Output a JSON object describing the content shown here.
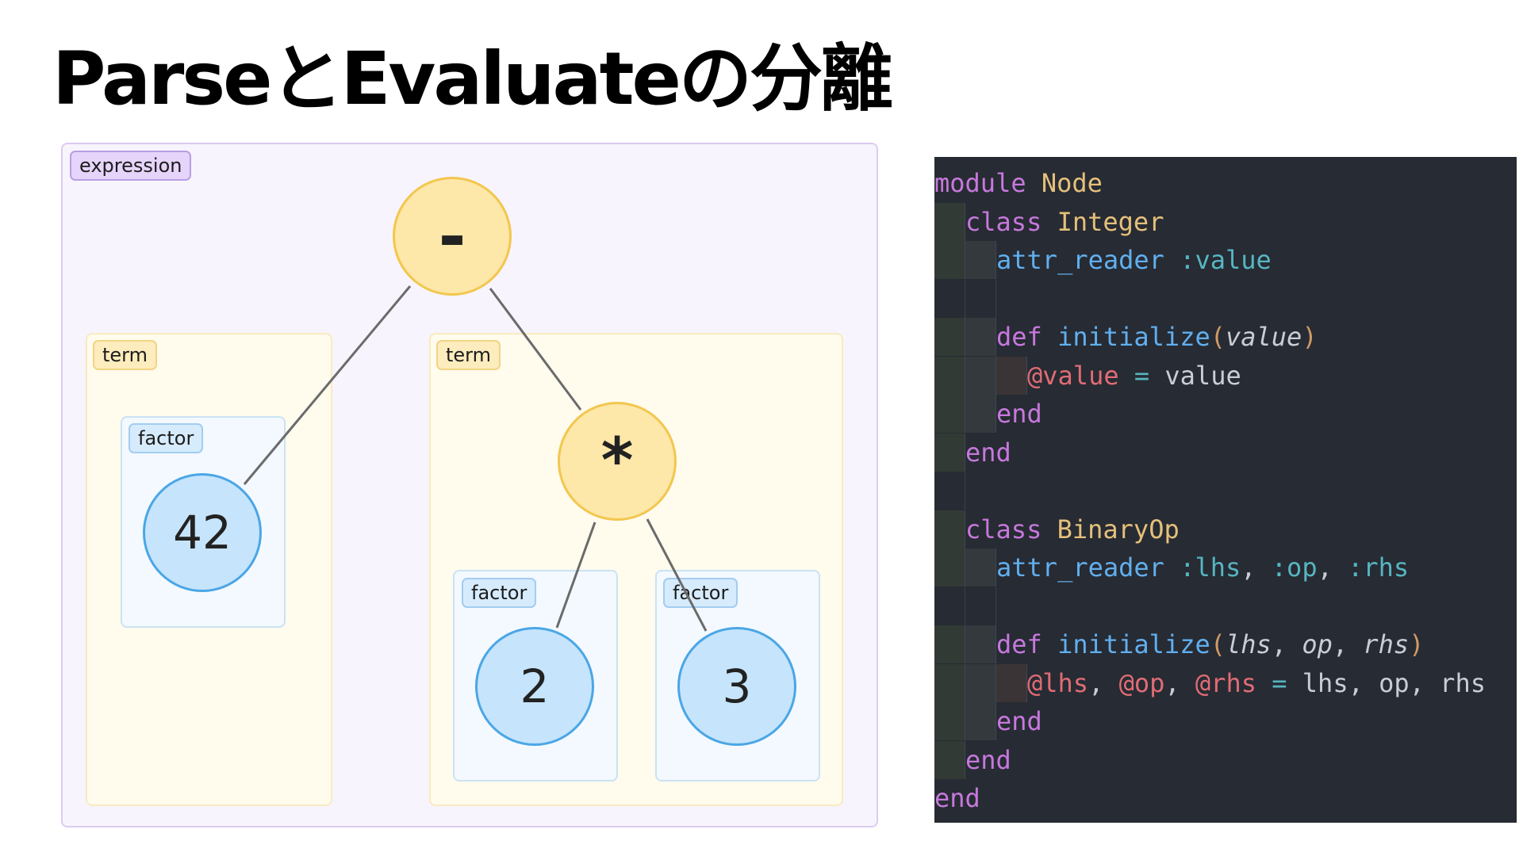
{
  "slide": {
    "title": "ParseとEvaluateの分離"
  },
  "diagram": {
    "tags": {
      "expression": "expression",
      "term_left": "term",
      "term_right": "term",
      "factor_42": "factor",
      "factor_2": "factor",
      "factor_3": "factor"
    },
    "nodes": {
      "minus": "-",
      "times": "*",
      "n42": "42",
      "n2": "2",
      "n3": "3"
    },
    "colors": {
      "expression_fill": "#f8f4fd",
      "term_fill": "#fffbed",
      "factor_fill": "#f3f9fe",
      "operator_node": "#fde7a9",
      "number_node": "#c6e4fb",
      "edge": "#6b6b6b"
    }
  },
  "code": {
    "background": "#272b33",
    "lines": [
      {
        "indent": 0,
        "tokens": [
          {
            "t": "module",
            "k": "kw"
          },
          {
            "t": " ",
            "k": "txt"
          },
          {
            "t": "Node",
            "k": "cls"
          }
        ]
      },
      {
        "indent": 1,
        "tokens": [
          {
            "t": "class",
            "k": "kw"
          },
          {
            "t": " ",
            "k": "txt"
          },
          {
            "t": "Integer",
            "k": "cls"
          }
        ]
      },
      {
        "indent": 2,
        "tokens": [
          {
            "t": "attr_reader",
            "k": "fn"
          },
          {
            "t": " ",
            "k": "txt"
          },
          {
            "t": ":value",
            "k": "sym"
          }
        ]
      },
      {
        "indent": 2,
        "blank": true,
        "tokens": []
      },
      {
        "indent": 2,
        "tokens": [
          {
            "t": "def",
            "k": "kw"
          },
          {
            "t": " ",
            "k": "txt"
          },
          {
            "t": "initialize",
            "k": "fn"
          },
          {
            "t": "(",
            "k": "punc"
          },
          {
            "t": "value",
            "k": "param"
          },
          {
            "t": ")",
            "k": "punc"
          }
        ]
      },
      {
        "indent": 3,
        "tokens": [
          {
            "t": "@value",
            "k": "ivar"
          },
          {
            "t": " ",
            "k": "txt"
          },
          {
            "t": "=",
            "k": "op"
          },
          {
            "t": " value",
            "k": "txt"
          }
        ]
      },
      {
        "indent": 2,
        "tokens": [
          {
            "t": "end",
            "k": "kw"
          }
        ]
      },
      {
        "indent": 1,
        "tokens": [
          {
            "t": "end",
            "k": "kw"
          }
        ]
      },
      {
        "indent": 1,
        "blank": true,
        "tokens": []
      },
      {
        "indent": 1,
        "tokens": [
          {
            "t": "class",
            "k": "kw"
          },
          {
            "t": " ",
            "k": "txt"
          },
          {
            "t": "BinaryOp",
            "k": "cls"
          }
        ]
      },
      {
        "indent": 2,
        "tokens": [
          {
            "t": "attr_reader",
            "k": "fn"
          },
          {
            "t": " ",
            "k": "txt"
          },
          {
            "t": ":lhs",
            "k": "sym"
          },
          {
            "t": ", ",
            "k": "txt"
          },
          {
            "t": ":op",
            "k": "sym"
          },
          {
            "t": ", ",
            "k": "txt"
          },
          {
            "t": ":rhs",
            "k": "sym"
          }
        ]
      },
      {
        "indent": 2,
        "blank": true,
        "tokens": []
      },
      {
        "indent": 2,
        "tokens": [
          {
            "t": "def",
            "k": "kw"
          },
          {
            "t": " ",
            "k": "txt"
          },
          {
            "t": "initialize",
            "k": "fn"
          },
          {
            "t": "(",
            "k": "punc"
          },
          {
            "t": "lhs",
            "k": "param"
          },
          {
            "t": ", ",
            "k": "txt"
          },
          {
            "t": "op",
            "k": "param"
          },
          {
            "t": ", ",
            "k": "txt"
          },
          {
            "t": "rhs",
            "k": "param"
          },
          {
            "t": ")",
            "k": "punc"
          }
        ]
      },
      {
        "indent": 3,
        "tokens": [
          {
            "t": "@lhs",
            "k": "ivar"
          },
          {
            "t": ", ",
            "k": "txt"
          },
          {
            "t": "@op",
            "k": "ivar"
          },
          {
            "t": ", ",
            "k": "txt"
          },
          {
            "t": "@rhs",
            "k": "ivar"
          },
          {
            "t": " ",
            "k": "txt"
          },
          {
            "t": "=",
            "k": "op"
          },
          {
            "t": " lhs, op, rhs",
            "k": "txt"
          }
        ]
      },
      {
        "indent": 2,
        "tokens": [
          {
            "t": "end",
            "k": "kw"
          }
        ]
      },
      {
        "indent": 1,
        "tokens": [
          {
            "t": "end",
            "k": "kw"
          }
        ]
      },
      {
        "indent": 0,
        "tokens": [
          {
            "t": "end",
            "k": "kw"
          }
        ]
      }
    ]
  }
}
